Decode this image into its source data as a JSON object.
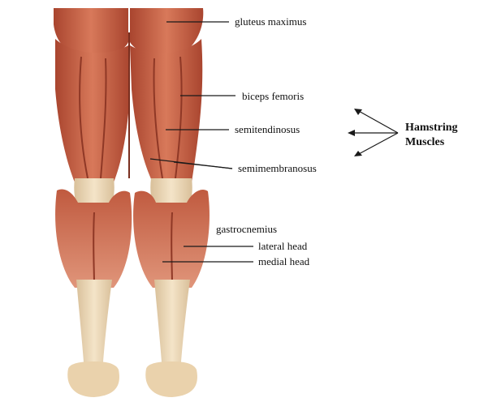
{
  "labels": {
    "gluteus_maximus": "gluteus maximus",
    "biceps_femoris": "biceps femoris",
    "semitendinosus": "semitendinosus",
    "semimembranosus": "semimembranosus",
    "gastrocnemius": "gastrocnemius",
    "lateral_head": "lateral head",
    "medial_head": "medial head",
    "hamstring_line1": "Hamstring",
    "hamstring_line2": "Muscles"
  },
  "colors": {
    "muscle": "#c8664a",
    "muscle_dark": "#9b3f2b",
    "muscle_light": "#e39a7c",
    "tendon": "#efd9b8",
    "tendon_dark": "#d8bd93",
    "skin_shadow": "#b75a40"
  }
}
